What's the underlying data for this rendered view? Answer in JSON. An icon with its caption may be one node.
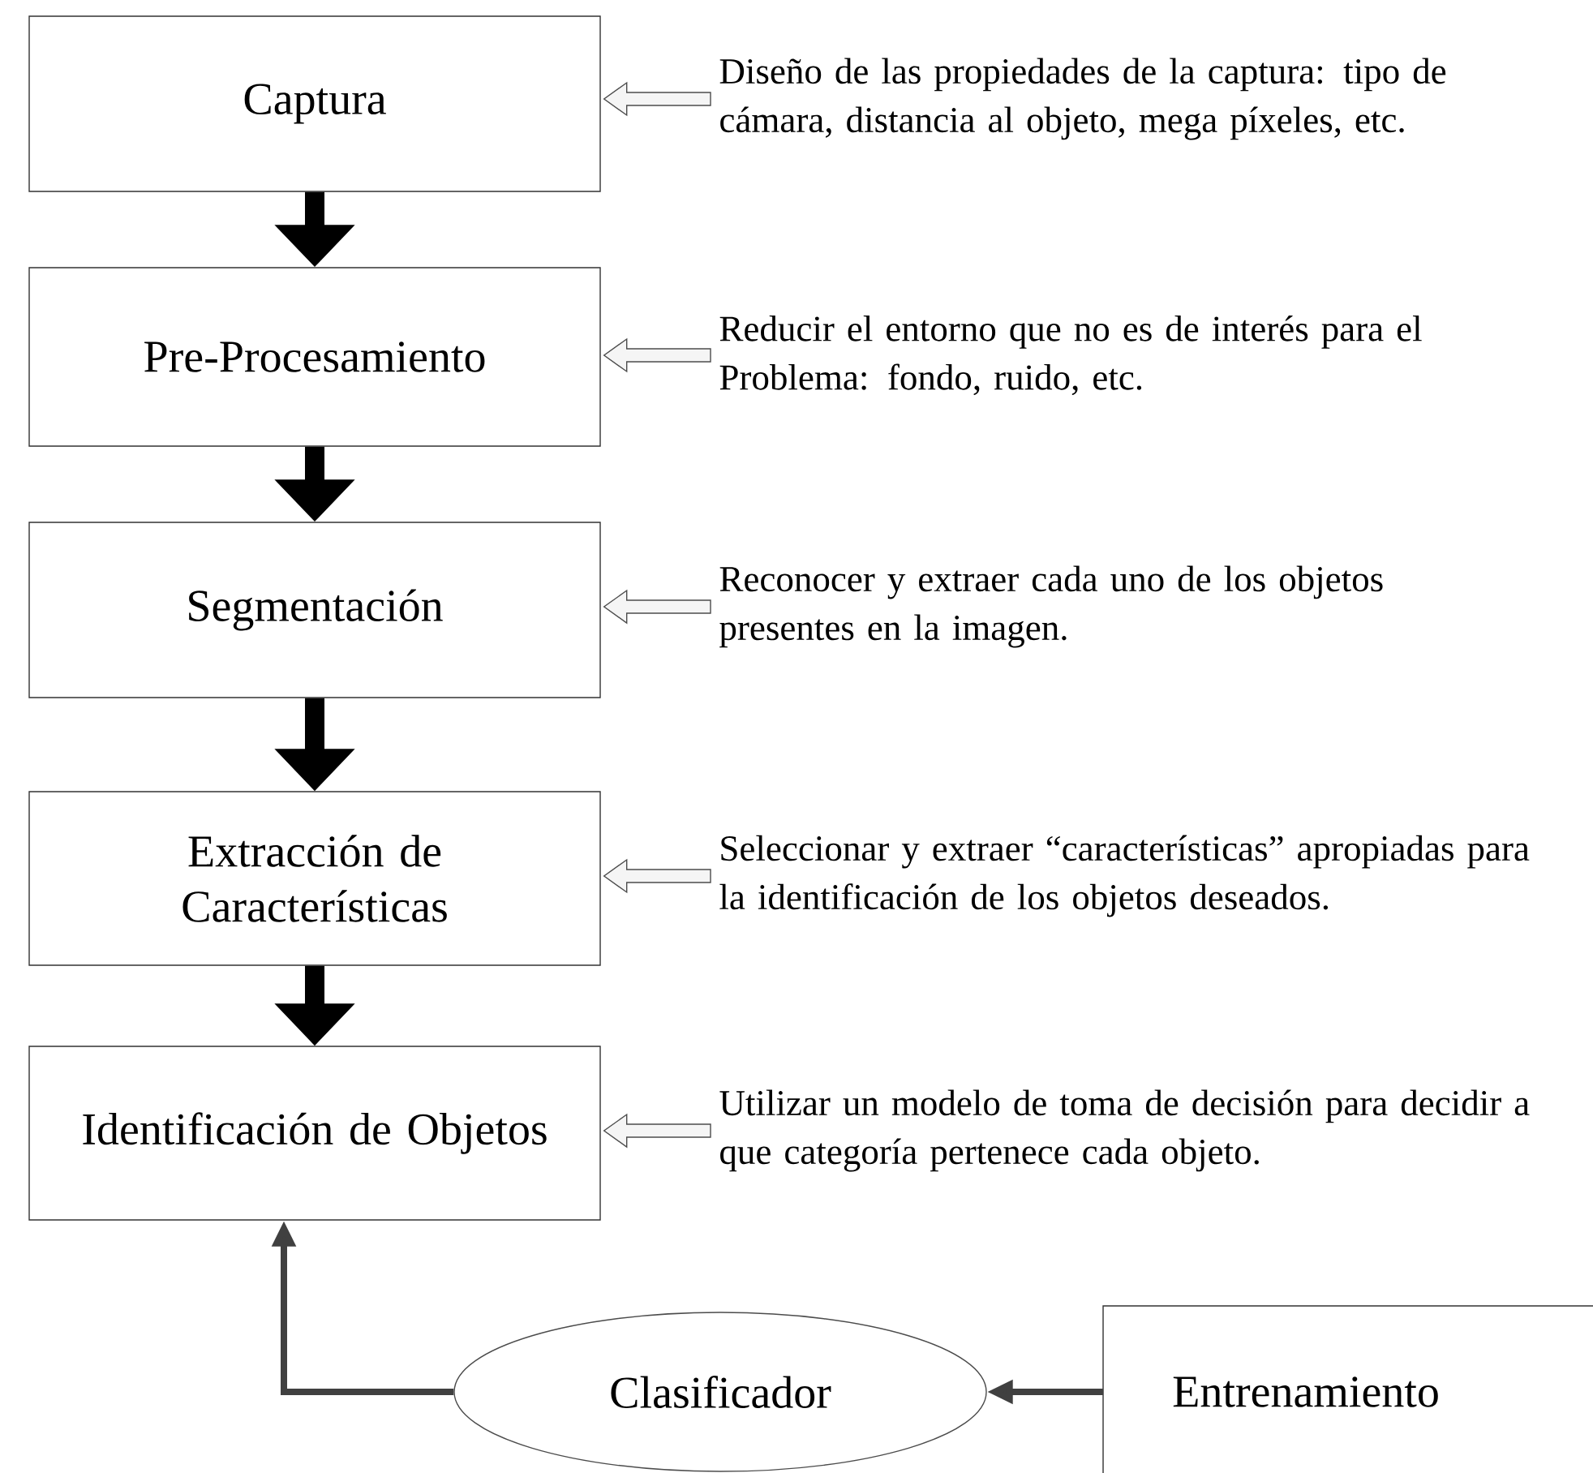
{
  "diagram": {
    "nodes": [
      {
        "text": [
          "Captura"
        ]
      },
      {
        "text": [
          "Pre-Procesamiento"
        ]
      },
      {
        "text": [
          "Segmentación"
        ]
      },
      {
        "text": [
          "Extracción de Características"
        ]
      },
      {
        "text": [
          "Identificación de Objetos"
        ]
      },
      {
        "text": [
          "Diseño de las propiedades de la captura: tipo de cámara, distancia al objeto, mega píxeles, etc."
        ]
      },
      {
        "text": [
          "Reducir el entorno que no es de interés para el Problema: fondo, ruido, etc."
        ]
      },
      {
        "text": [
          "Reconocer y extraer cada uno de los objetos presentes en la imagen."
        ]
      },
      {
        "text": [
          "Seleccionar y extraer “características” apropiadas para la identificación de los objetos deseados."
        ]
      },
      {
        "text": [
          "Utilizar un modelo de toma de decisión para decidir a que categoría pertenece cada objeto."
        ]
      },
      {
        "text": [
          "Clasificador"
        ]
      },
      {
        "text": [
          "Entrenamiento"
        ]
      }
    ],
    "edges": [
      {
        "from": 0,
        "to": 1,
        "arrow": "to",
        "color": "#000000"
      },
      {
        "from": 1,
        "to": 2,
        "arrow": "to",
        "color": "#000000"
      },
      {
        "from": 2,
        "to": 3,
        "arrow": "to",
        "color": "#000000"
      },
      {
        "from": 3,
        "to": 4,
        "arrow": "to",
        "color": "#000000"
      },
      {
        "from": 5,
        "to": 0,
        "arrow": "to"
      },
      {
        "from": 6,
        "to": 1,
        "arrow": "to"
      },
      {
        "from": 7,
        "to": 2,
        "arrow": "to"
      },
      {
        "from": 8,
        "to": 3,
        "arrow": "to"
      },
      {
        "from": 9,
        "to": 4,
        "arrow": "to"
      },
      {
        "from": 11,
        "to": 10,
        "arrow": "to",
        "color": "#404040"
      },
      {
        "from": 10,
        "to": 4,
        "arrow": "to",
        "color": "#404040"
      }
    ]
  }
}
